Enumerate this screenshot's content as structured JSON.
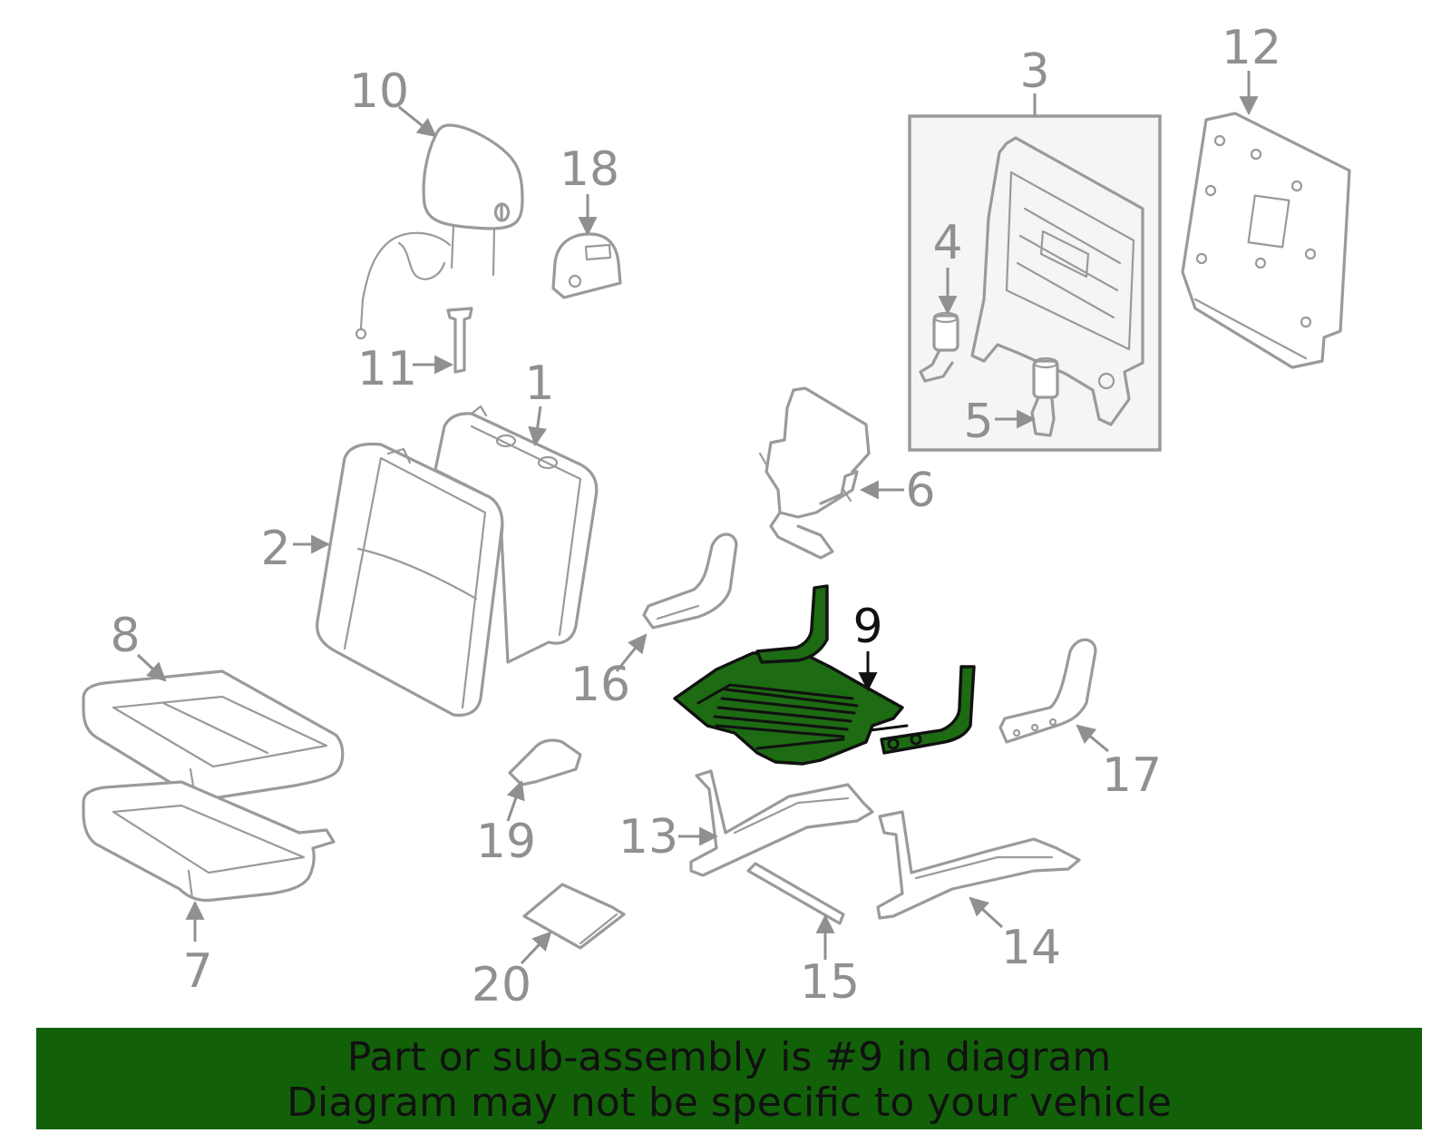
{
  "diagram": {
    "highlight_color": "#1d6b12",
    "part_color": "#9a9a9a",
    "highlighted_callout": "9",
    "callouts": [
      "1",
      "2",
      "3",
      "4",
      "5",
      "6",
      "7",
      "8",
      "9",
      "10",
      "11",
      "12",
      "13",
      "14",
      "15",
      "16",
      "17",
      "18",
      "19",
      "20"
    ]
  },
  "banner": {
    "background": "#126109",
    "line1": "Part or sub-assembly is #9 in diagram",
    "line2": "Diagram may not be specific to your vehicle"
  }
}
